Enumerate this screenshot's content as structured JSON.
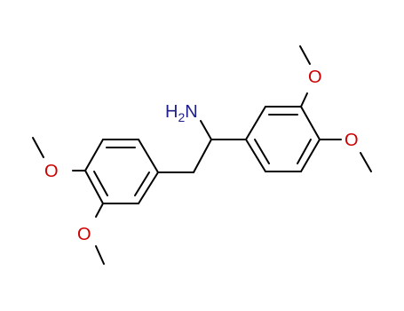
{
  "molecule": {
    "atoms": {
      "nitrogen": {
        "label": "H",
        "subscript": "2",
        "element": "N",
        "color": "#1f1f8c"
      },
      "oxygen": {
        "label": "O",
        "color": "#cc0000"
      }
    }
  },
  "colors": {
    "bond": "#000000",
    "nitrogen": "#1f1f8c",
    "oxygen": "#cc0000",
    "background": "#ffffff"
  }
}
